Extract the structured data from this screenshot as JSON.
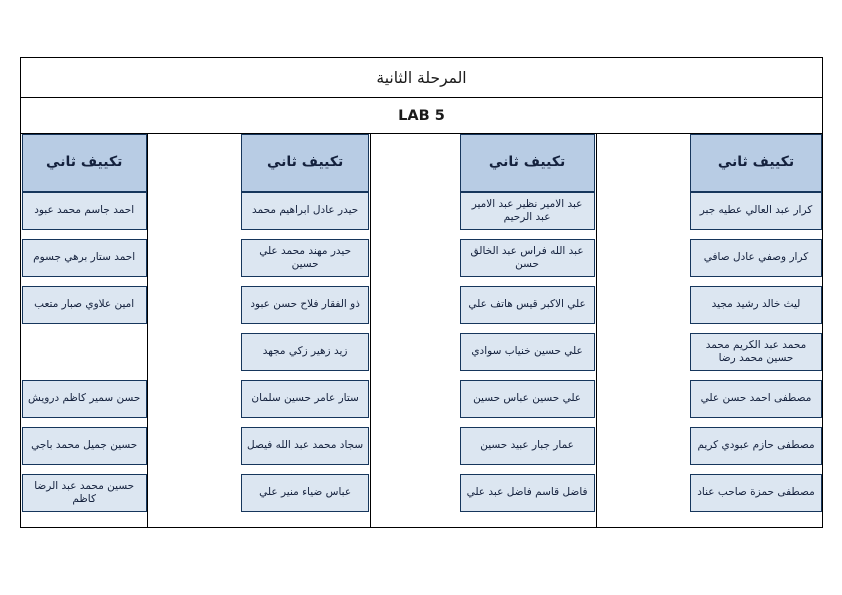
{
  "document": {
    "title": "المرحلة الثانية",
    "lab": "LAB 5"
  },
  "colors": {
    "header_fill": "#b8cce4",
    "cell_fill": "#dce6f1",
    "cell_border": "#16365c",
    "table_border": "#000000",
    "text": "#14213d",
    "page_background": "#ffffff"
  },
  "table": {
    "column_header_label": "تكييف ثاني",
    "columns": [
      {
        "header": "تكييف ثاني",
        "names": [
          "كرار عبد العالي عطيه جبر",
          "كرار وصفي عادل صافي",
          "ليث خالد رشيد مجيد",
          "محمد عبد الكريم محمد حسين محمد رضا",
          "مصطفى احمد حسن علي",
          "مصطفى حازم عبودي كريم",
          "مصطفى حمزة صاحب عناد"
        ]
      },
      {
        "header": "تكييف ثاني",
        "names": [
          "عبد الامير نظير عبد الامير عبد الرحيم",
          "عبد الله فراس عبد الخالق حسن",
          "علي الاكبر قيس هاتف علي",
          "علي حسين خنياب سوادي",
          "علي حسين عباس حسين",
          "عمار جبار عبيد حسين",
          "فاضل قاسم فاضل عبد علي"
        ]
      },
      {
        "header": "تكييف ثاني",
        "names": [
          "حيدر عادل ابراهيم محمد",
          "حيدر مهند محمد علي حسين",
          "ذو الفقار فلاح حسن عبود",
          "زيد زهير زكي مجهد",
          "ستار عامر حسين سلمان",
          "سجاد محمد عبد الله فيصل",
          "عباس ضياء منير علي"
        ]
      },
      {
        "header": "تكييف ثاني",
        "names": [
          "احمد جاسم محمد عبود",
          "احمد ستار برهي جسوم",
          "امين علاوي صبار متعب",
          "",
          "حسن سمير كاظم درويش",
          "حسين جميل محمد باجي",
          "حسين محمد عبد الرضا كاظم"
        ]
      }
    ]
  }
}
